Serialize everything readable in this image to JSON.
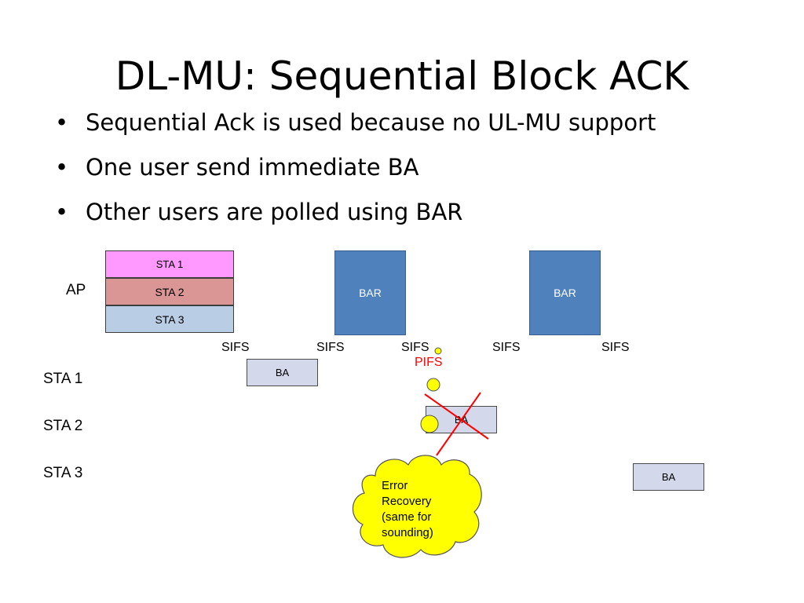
{
  "slide": {
    "title": "DL-MU: Sequential Block ACK",
    "bullets": [
      "Sequential Ack is used because no UL-MU support",
      "One user send immediate BA",
      "Other users are polled using BAR"
    ],
    "bullet_symbol": "•"
  },
  "diagram": {
    "row_labels": {
      "ap": "AP",
      "sta1": "STA 1",
      "sta2": "STA 2",
      "sta3": "STA 3"
    },
    "ap_frame": {
      "sta1": "STA 1",
      "sta2": "STA 2",
      "sta3": "STA 3"
    },
    "bar_frames": [
      "BAR",
      "BAR"
    ],
    "sifs_labels": [
      "SIFS",
      "SIFS",
      "SIFS",
      "SIFS",
      "SIFS"
    ],
    "pifs_label": "PIFS",
    "ba_frames": {
      "sta1": "BA",
      "sta2_failed": "BA",
      "sta3": "BA"
    },
    "callout": {
      "lines": [
        "Error",
        "Recovery",
        "(same for",
        "sounding)"
      ]
    },
    "colors": {
      "sta1_segment": "#ff99ff",
      "sta2_segment": "#d99694",
      "sta3_segment": "#b9cde5",
      "bar_frame": "#4f81bd",
      "ba_frame": "#d3d8ea",
      "pifs_text": "#ff0000",
      "cross_mark": "#ff0000",
      "callout_fill": "#ffff00"
    }
  }
}
